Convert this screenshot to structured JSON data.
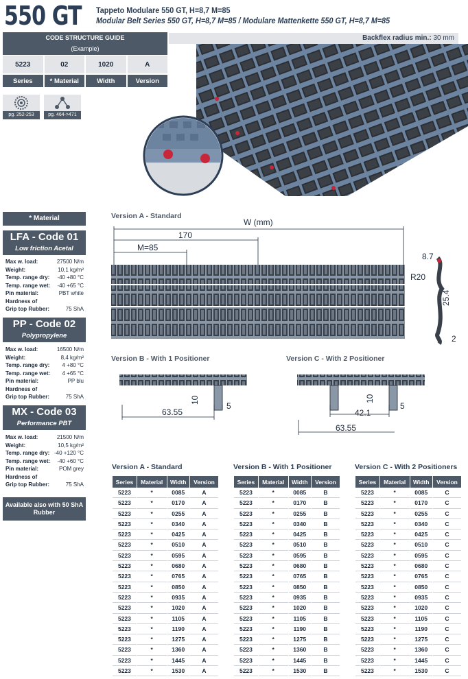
{
  "header": {
    "title": "550 GT",
    "subtitle_it": "Tappeto Modulare 550 GT, H=8,7 M=85",
    "subtitle_en": "Modular Belt Series 550 GT, H=8,7 M=85 / Modulare Mattenkette 550 GT, H=8,7 M=85",
    "backflex_label": "Backflex radius min.:",
    "backflex_value": "30 mm"
  },
  "code_guide": {
    "title": "CODE STRUCTURE GUIDE",
    "example": "(Example)",
    "codes": [
      "5223",
      "02",
      "1020",
      "A"
    ],
    "labels": [
      "Series",
      "* Material",
      "Width",
      "Version"
    ]
  },
  "icons": [
    {
      "name": "sprocket-icon",
      "page": "pg. 252-253"
    },
    {
      "name": "network-icon",
      "page": "pg. 464->471"
    }
  ],
  "materials": {
    "header": "* Material",
    "items": [
      {
        "name": "LFA - Code 01",
        "desc": "Low friction Acetal",
        "specs": [
          [
            "Max w. load:",
            "27500 N/m"
          ],
          [
            "Weight:",
            "10,1 kg/m²"
          ],
          [
            "Temp. range dry:",
            "-40 +80 °C"
          ],
          [
            "Temp. range wet:",
            "-40 +65 °C"
          ],
          [
            "Pin material:",
            "PBT white"
          ],
          [
            "Hardness of",
            ""
          ],
          [
            "Grip top Rubber:",
            "75 ShA"
          ]
        ]
      },
      {
        "name": "PP - Code 02",
        "desc": "Polypropylene",
        "specs": [
          [
            "Max w. load:",
            "16500 N/m"
          ],
          [
            "Weight:",
            "8,4 kg/m²"
          ],
          [
            "Temp. range dry:",
            "4 +80 °C"
          ],
          [
            "Temp. range wet:",
            "4 +65 °C"
          ],
          [
            "Pin material:",
            "PP blu"
          ],
          [
            "Hardness of",
            ""
          ],
          [
            "Grip top Rubber:",
            "75 ShA"
          ]
        ]
      },
      {
        "name": "MX - Code 03",
        "desc": "Performance PBT",
        "specs": [
          [
            "Max w. load:",
            "21500 N/m"
          ],
          [
            "Weight:",
            "10,5 kg/m²"
          ],
          [
            "Temp. range dry:",
            "-40 +120 °C"
          ],
          [
            "Temp. range wet:",
            "-40 +60 °C"
          ],
          [
            "Pin material:",
            "POM grey"
          ],
          [
            "Hardness of",
            ""
          ],
          [
            "Grip top Rubber:",
            "75 ShA"
          ]
        ]
      }
    ],
    "available": "Available also with 50 ShA Rubber"
  },
  "drawings": {
    "versionA": {
      "label": "Version A - Standard",
      "w": "W (mm)",
      "d170": "170",
      "m85": "M=85",
      "d87": "8.7",
      "r20": "R20",
      "d254": "25.4",
      "d2": "2"
    },
    "versionB": {
      "label": "Version B - With 1 Positioner",
      "d10": "10",
      "d5": "5",
      "d6355": "63.55"
    },
    "versionC": {
      "label": "Version C - With 2 Positioner",
      "d10": "10",
      "d5": "5",
      "d421": "42.1",
      "d6355": "63.55"
    }
  },
  "tables": {
    "headers": [
      "Series",
      "Material",
      "Width",
      "Version"
    ],
    "series": "5223",
    "material": "*",
    "widths": [
      "0085",
      "0170",
      "0255",
      "0340",
      "0425",
      "0510",
      "0595",
      "0680",
      "0765",
      "0850",
      "0935",
      "1020",
      "1105",
      "1190",
      "1275",
      "1360",
      "1445",
      "1530"
    ],
    "list": [
      {
        "title": "Version A - Standard",
        "version": "A"
      },
      {
        "title": "Version B - With 1 Positioner",
        "version": "B"
      },
      {
        "title": "Version C - With 2 Positioners",
        "version": "C"
      }
    ]
  }
}
